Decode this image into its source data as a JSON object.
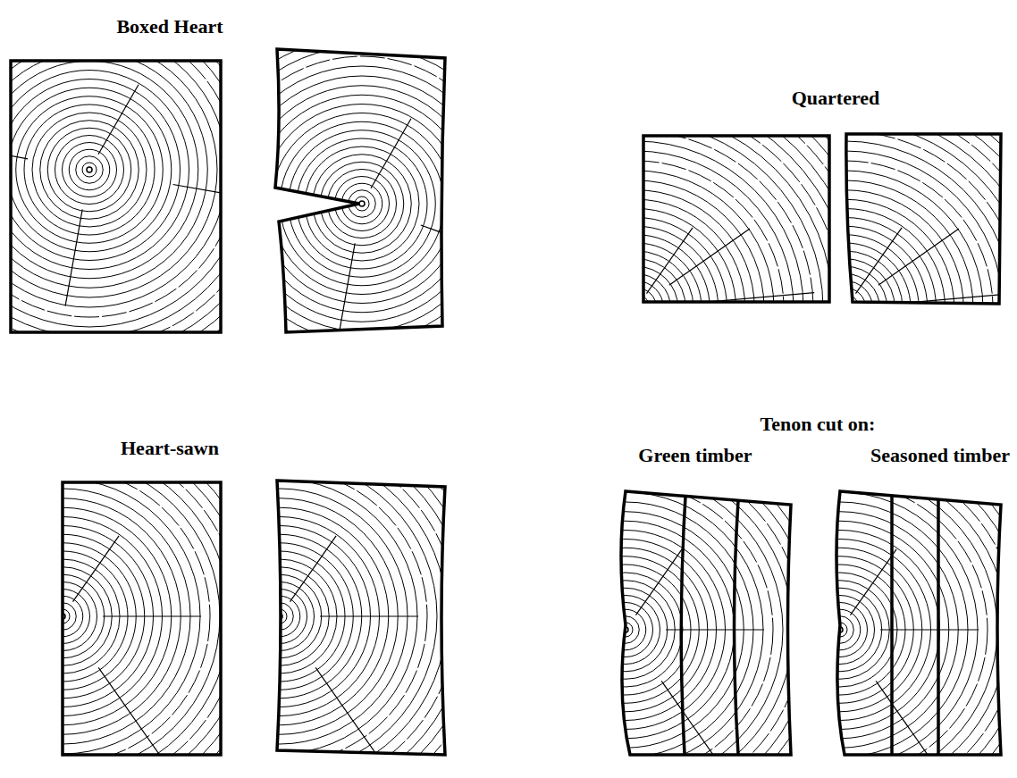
{
  "diagram": {
    "labels": [
      "Boxed Heart",
      "Quartered",
      "Heart-sawn",
      "Tenon cut on:",
      "Green timber",
      "Seasoned timber"
    ]
  }
}
